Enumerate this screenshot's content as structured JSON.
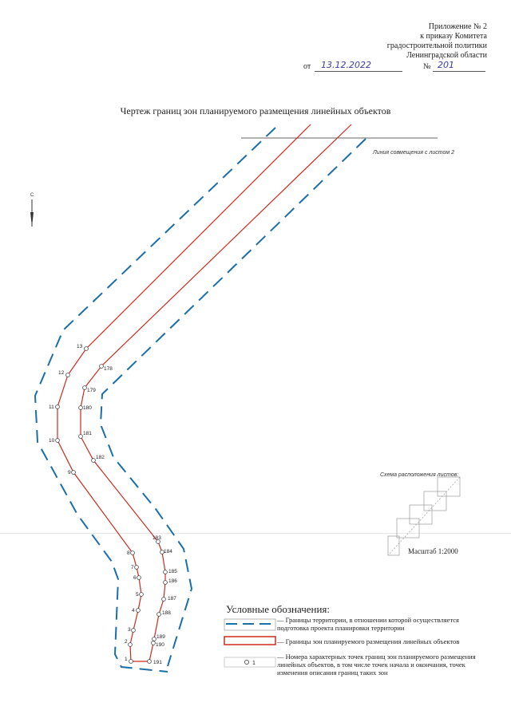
{
  "header": {
    "lines": [
      "Приложение № 2",
      "к приказу Комитета",
      "градостроительной политики",
      "Ленинградской области"
    ],
    "date_prefix": "от",
    "date_value": "13.12.2022",
    "number_prefix": "№",
    "number_value": "201"
  },
  "title": "Чертеж границ зон планируемого размещения линейных объектов",
  "annotations": {
    "sheet_join_line": "Линия совмещения с листом 2",
    "sheet_layout_scheme": "Схема расположения листов:",
    "scale": "Масштаб 1:2000",
    "north_letter": "С"
  },
  "map": {
    "colors": {
      "territory_boundary": "#1a6fa8",
      "zone_boundary": "#cc2b1e",
      "point": "#444444"
    },
    "left_points": [
      "13",
      "12",
      "11",
      "10",
      "9",
      "8",
      "7",
      "6",
      "5",
      "4",
      "3",
      "2",
      "1"
    ],
    "right_points": [
      "178",
      "179",
      "180",
      "181",
      "182",
      "183",
      "184",
      "185",
      "186",
      "187",
      "188",
      "189",
      "190",
      "191"
    ]
  },
  "legend": {
    "title": "Условные обозначения:",
    "items": [
      {
        "name": "territory",
        "text": "— Границы территории, в отношении которой осуществляется подготовка проекта планировки территории"
      },
      {
        "name": "zones",
        "text": "— Границы зон планируемого размещения линейных объектов"
      },
      {
        "name": "points",
        "symbol_label": "1",
        "text": "— Номера характерных точек границ зон планируемого размещения линейных объектов, в том числе точек начала и окончания, точек изменения описания границ таких зон"
      }
    ]
  }
}
